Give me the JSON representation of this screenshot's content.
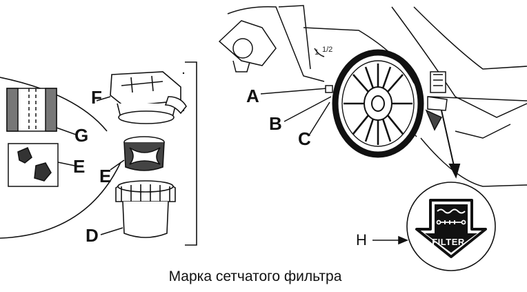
{
  "labels": {
    "a": "A",
    "b": "B",
    "c": "C",
    "d": "D",
    "e_inset": "E",
    "e_part": "E",
    "f": "F",
    "g": "G",
    "h": "H"
  },
  "filter_mark_text": "FILTER",
  "tiny_marks": {
    "first": "1",
    "second": "1/2"
  },
  "caption": "Марка сетчатого фильтра",
  "icons": {
    "filter_mark": "filter-arrow-icon",
    "arrow_h": "arrow-right-icon",
    "arrow_down": "arrow-down-icon"
  },
  "colors": {
    "line": "#111111",
    "mesh": "#333333",
    "background": "#ffffff"
  }
}
